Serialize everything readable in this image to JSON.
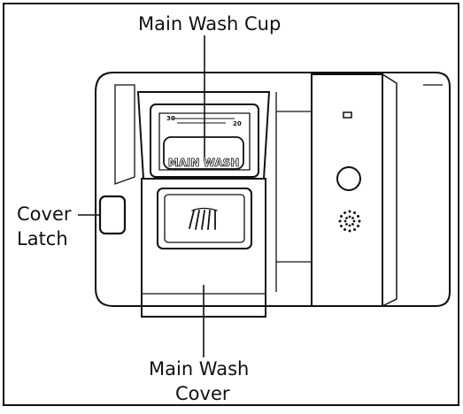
{
  "callouts": {
    "main_wash_cup": "Main Wash Cup",
    "cover_latch_line1": "Cover",
    "cover_latch_line2": "Latch",
    "main_wash_cover_line1": "Main Wash",
    "main_wash_cover_line2": "Cover"
  },
  "cup_markings": {
    "engraved_label": "MAIN WASH",
    "fill_mark_left": "30",
    "fill_mark_right": "20"
  },
  "icons": {
    "cover_button": "spray-icon",
    "rinse_indicator": "indicator-slot-icon",
    "rinse_cap": "round-cap-icon",
    "sparkle": "sparkle-icon"
  },
  "colors": {
    "line": "#111111",
    "background": "#ffffff"
  }
}
